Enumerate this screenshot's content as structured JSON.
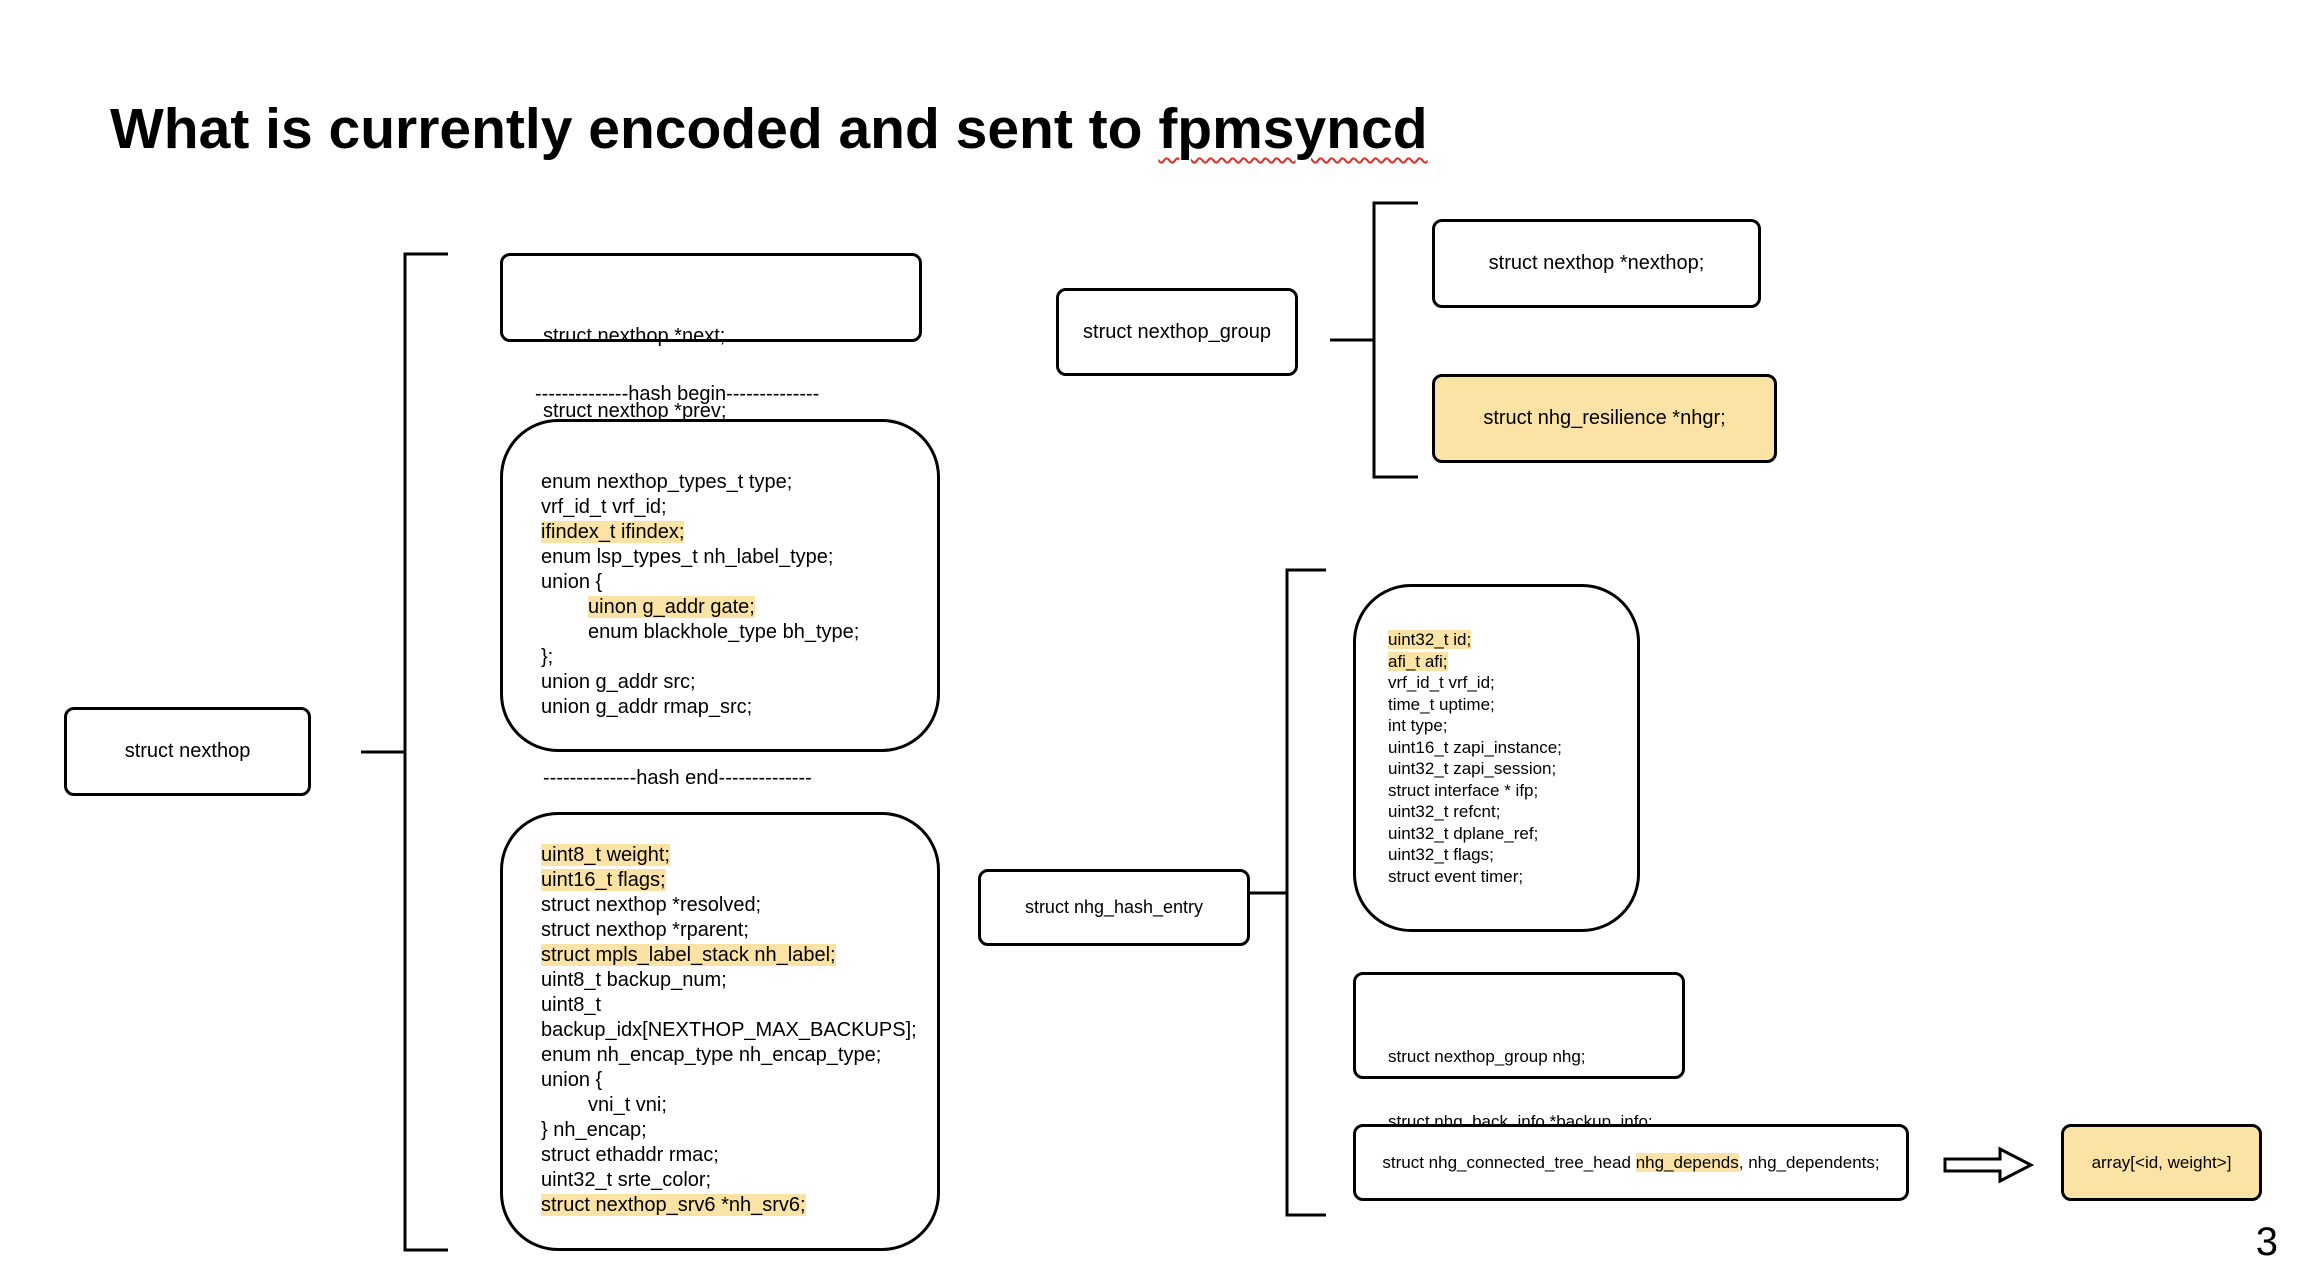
{
  "title": {
    "prefix": "What is currently encoded and sent to ",
    "misspelled_word": "fpmsyncd"
  },
  "page_number": "3",
  "colors": {
    "highlight": "#fbe3a5",
    "spellcheck_underline": "#d93025"
  },
  "nexthop": {
    "root_label": "struct nexthop",
    "links_box": [
      "struct nexthop *next;",
      "struct nexthop *prev;"
    ],
    "hash_begin": "--------------hash begin--------------",
    "hash_end": "--------------hash end--------------",
    "hash_fields": [
      {
        "text": "enum nexthop_types_t type;",
        "hl": false
      },
      {
        "text": "vrf_id_t vrf_id;",
        "hl": false
      },
      {
        "text": "ifindex_t ifindex;",
        "hl": true
      },
      {
        "text": "enum lsp_types_t nh_label_type;",
        "hl": false
      },
      {
        "text": "union {",
        "hl": false
      },
      {
        "text": "uinon g_addr gate;",
        "hl": true,
        "indent": true
      },
      {
        "text": "enum blackhole_type bh_type;",
        "hl": false,
        "indent": true
      },
      {
        "text": "};",
        "hl": false
      },
      {
        "text": "union g_addr src;",
        "hl": false
      },
      {
        "text": "union g_addr rmap_src;",
        "hl": false
      }
    ],
    "other_fields": [
      {
        "text": "uint8_t weight;",
        "hl": true
      },
      {
        "text": "uint16_t flags;",
        "hl": true
      },
      {
        "text": "struct nexthop *resolved;",
        "hl": false
      },
      {
        "text": "struct nexthop *rparent;",
        "hl": false
      },
      {
        "text": "struct mpls_label_stack nh_label;",
        "hl": true
      },
      {
        "text": "uint8_t backup_num;",
        "hl": false
      },
      {
        "text": "uint8_t",
        "hl": false
      },
      {
        "text": "backup_idx[NEXTHOP_MAX_BACKUPS];",
        "hl": false
      },
      {
        "text": "enum nh_encap_type nh_encap_type;",
        "hl": false
      },
      {
        "text": "union {",
        "hl": false
      },
      {
        "text": "vni_t vni;",
        "hl": false,
        "indent": true
      },
      {
        "text": "} nh_encap;",
        "hl": false
      },
      {
        "text": "struct ethaddr rmac;",
        "hl": false
      },
      {
        "text": "uint32_t srte_color;",
        "hl": false
      },
      {
        "text": "struct nexthop_srv6 *nh_srv6;",
        "hl": true
      }
    ]
  },
  "nexthop_group": {
    "root_label": "struct nexthop_group",
    "children": [
      {
        "text": "struct nexthop *nexthop;",
        "hl": false
      },
      {
        "text": "struct nhg_resilience *nhgr;",
        "hl": true
      }
    ]
  },
  "nhg_hash_entry": {
    "root_label": "struct nhg_hash_entry",
    "fields": [
      {
        "text": "uint32_t id;",
        "hl": true
      },
      {
        "text": "afi_t afi;",
        "hl": true
      },
      {
        "text": "vrf_id_t vrf_id;",
        "hl": false
      },
      {
        "text": "time_t uptime;",
        "hl": false
      },
      {
        "text": "int type;",
        "hl": false
      },
      {
        "text": "uint16_t zapi_instance;",
        "hl": false
      },
      {
        "text": "uint32_t zapi_session;",
        "hl": false
      },
      {
        "text": "struct interface * ifp;",
        "hl": false
      },
      {
        "text": "uint32_t refcnt;",
        "hl": false
      },
      {
        "text": "uint32_t dplane_ref;",
        "hl": false
      },
      {
        "text": "uint32_t flags;",
        "hl": false
      },
      {
        "text": "struct event timer;",
        "hl": false
      }
    ],
    "group_box": [
      "struct nexthop_group nhg;",
      "struct nhg_back_info *backup_info;"
    ],
    "depends": {
      "before": "struct nhg_connected_tree_head ",
      "highlight": "nhg_depends",
      "after": ", nhg_dependents;"
    },
    "result": "array[<id, weight>]"
  }
}
